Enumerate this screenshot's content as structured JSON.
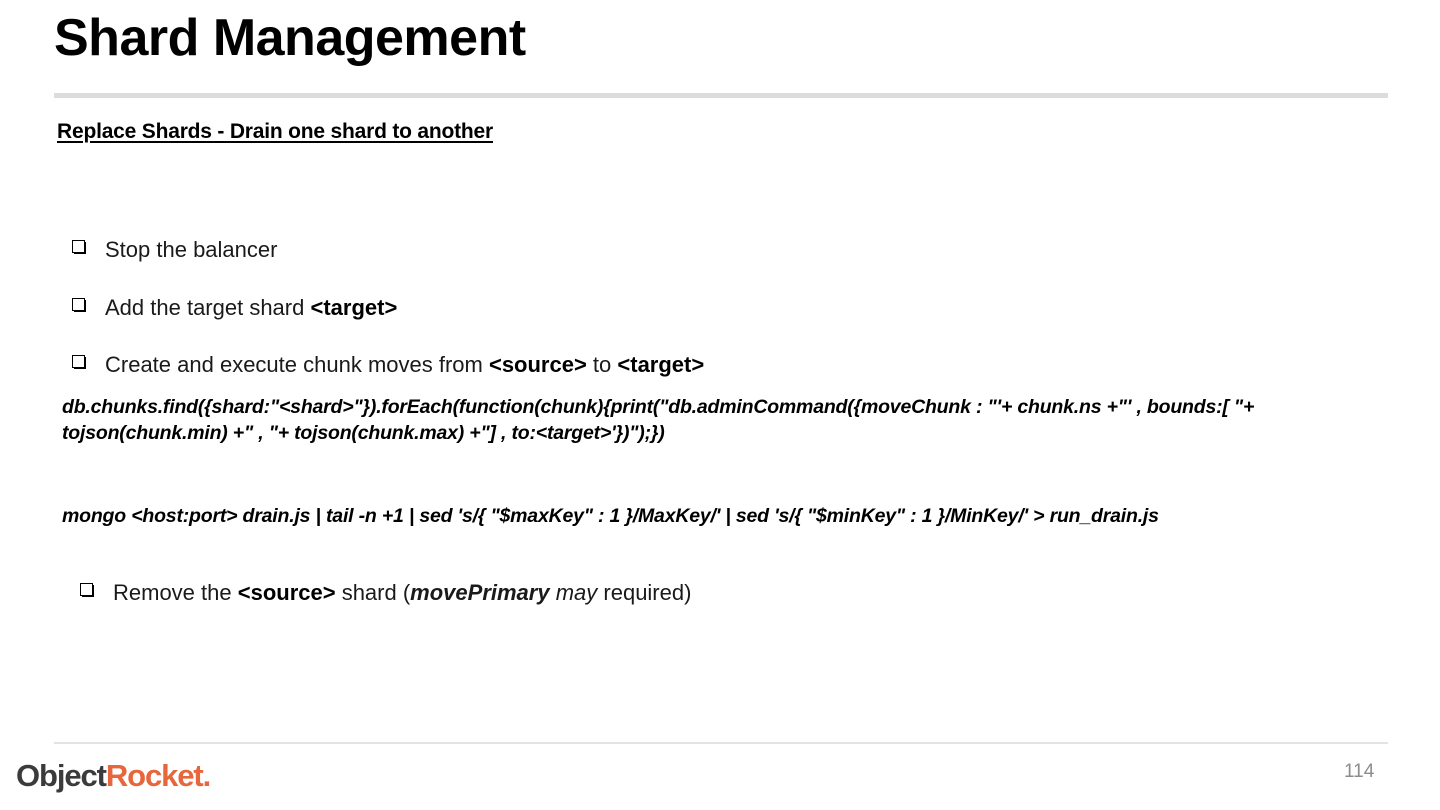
{
  "slide": {
    "title": "Shard Management",
    "subtitle": "Replace Shards - Drain one shard to another",
    "bullets": [
      {
        "marker": "open-square",
        "prefix": "Stop the balancer",
        "bold1": "",
        "mid": "",
        "bold2": "",
        "suffix": ""
      },
      {
        "marker": "open-square",
        "prefix": "Add the target shard ",
        "bold1": "<target>",
        "mid": "",
        "bold2": "",
        "suffix": ""
      },
      {
        "marker": "open-square",
        "prefix": "Create and execute chunk moves from ",
        "bold1": "<source>",
        "mid": " to ",
        "bold2": "<target>",
        "suffix": ""
      }
    ],
    "last_bullet": {
      "marker": "open-square",
      "prefix": "Remove the ",
      "bold_source": "<source>",
      "mid": " shard (",
      "bolditalic_cmd": "movePrimary",
      "italic_may": " may ",
      "suffix": "required)"
    },
    "code_block_1": "db.chunks.find({shard:\"<shard>\"}).forEach(function(chunk){print(\"db.adminCommand({moveChunk : \"'+ chunk.ns +\"' , bounds:[ \"+ tojson(chunk.min) +\" , \"+ tojson(chunk.max) +\"] , to:<target>'})\");})",
    "code_block_1_line1": "db.chunks.find({shard:\"<shard>\"}).forEach(function(chunk){print(\"db.adminCommand({moveChunk : \"'+ chunk.ns +\"' ,",
    "code_block_1_line2": "bounds:[ \"+ tojson(chunk.min) +\" , \"+ tojson(chunk.max) +\"] , to:<target>'})\");})",
    "code_block_2": "mongo <host:port> drain.js | tail -n +1 | sed 's/{ \"$maxKey\" : 1 }/MaxKey/' | sed 's/{ \"$minKey\" : 1 }/MinKey/' > run_drain.js"
  },
  "footer": {
    "logo_part1": "Object",
    "logo_part2": "Rocket",
    "logo_dot": ".",
    "page_number": "114"
  },
  "colors": {
    "accent_orange": "#e8663c",
    "logo_dark": "#3b3b3b",
    "rule": "#dcdcdc",
    "page_number": "#8c8c8c"
  }
}
